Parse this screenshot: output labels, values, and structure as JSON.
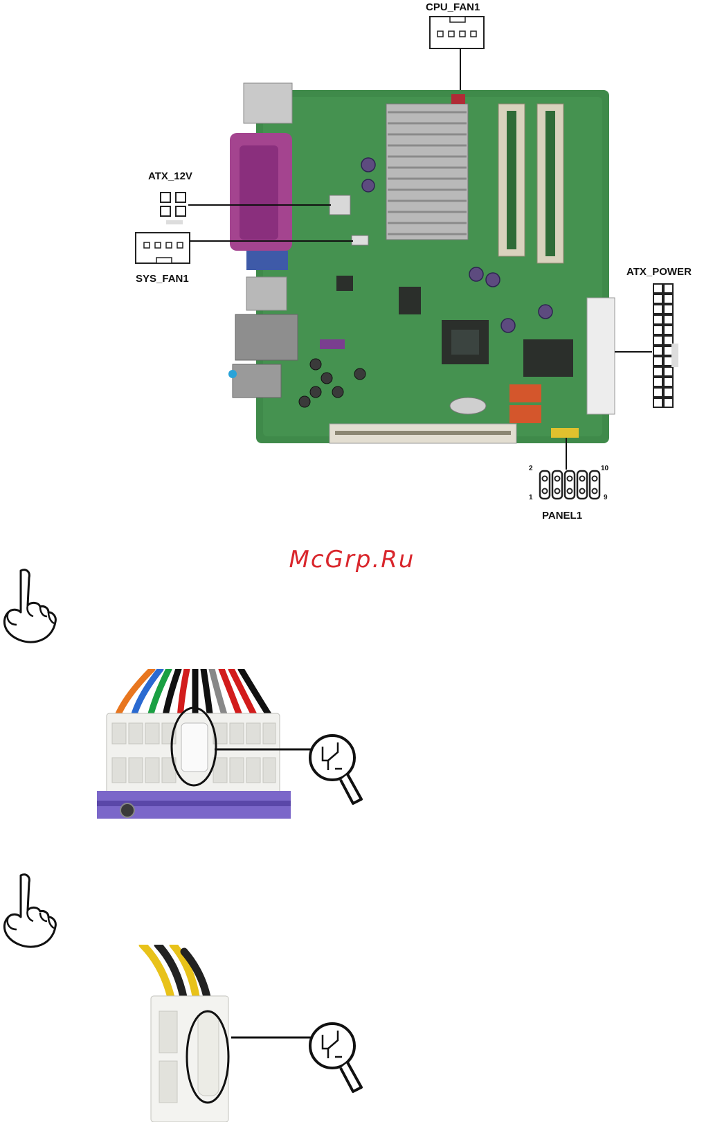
{
  "diagram": {
    "labels": {
      "cpu_fan": "CPU_FAN1",
      "atx_12v": "ATX_12V",
      "sys_fan": "SYS_FAN1",
      "atx_power": "ATX_POWER",
      "panel": "PANEL1",
      "panel_pin_2": "2",
      "panel_pin_10": "10",
      "panel_pin_1": "1",
      "panel_pin_9": "9"
    },
    "board_color": "#3f8a4a",
    "connector_accent": "#7a3f8f"
  },
  "watermark": "McGrp.Ru",
  "icons": {
    "note_hand_1": "pointing-hand-icon",
    "note_hand_2": "pointing-hand-icon",
    "magnifier_1": "magnifier-icon",
    "magnifier_2": "magnifier-icon"
  }
}
